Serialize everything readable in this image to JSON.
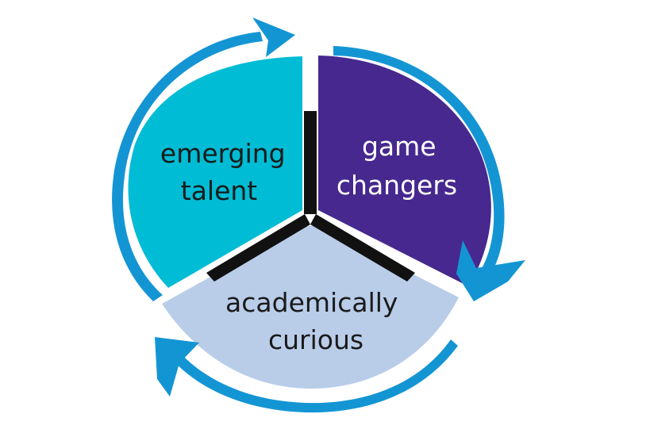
{
  "segments": [
    {
      "id": "emerging-talent",
      "lines": [
        "emerging",
        "talent"
      ],
      "fill": "#00BCD4",
      "text_color": "#1A1A1A"
    },
    {
      "id": "game-changers",
      "lines": [
        "game",
        "changers"
      ],
      "fill": "#46288F",
      "text_color": "#FFFFFF"
    },
    {
      "id": "academically-curious",
      "lines": [
        "academically",
        "curious"
      ],
      "fill": "#B9CDE9",
      "text_color": "#1A1A1A"
    }
  ],
  "colors": {
    "cycle_arrow": "#1495D3",
    "hub_lines": "#111111",
    "background": "#FFFFFF"
  },
  "icons": [
    "clockwise-cycle-arrow-icon"
  ]
}
